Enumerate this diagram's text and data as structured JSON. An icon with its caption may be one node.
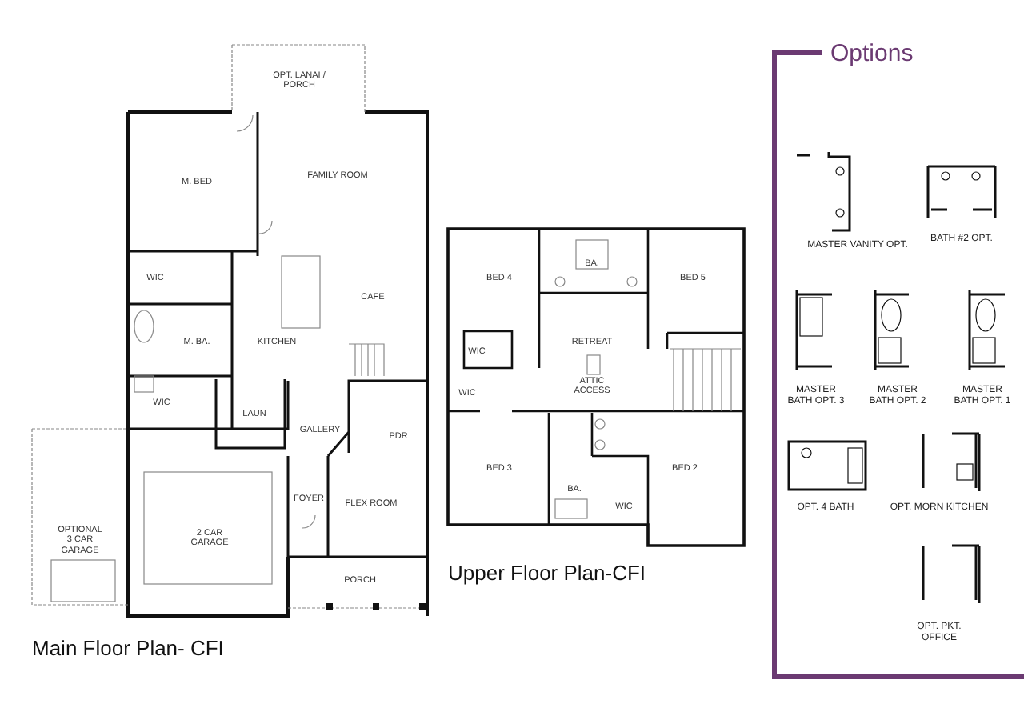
{
  "diagram": {
    "title": "Options",
    "labels": [
      "OPT. LANAI / PORCH",
      "M. BED",
      "FAMILY ROOM",
      "WIC",
      "CAFE",
      "M. BA.",
      "KITCHEN",
      "WIC",
      "LAUN",
      "GALLERY",
      "PDR",
      "FOYER",
      "FLEX ROOM",
      "OPTIONAL 3 CAR GARAGE",
      "2 CAR GARAGE",
      "PORCH",
      "Main Floor Plan- CFI",
      "BED 4",
      "BA.",
      "BED 5",
      "RETREAT",
      "WIC",
      "ATTIC ACCESS",
      "WIC",
      "BED 3",
      "BED 2",
      "BA.",
      "WIC",
      "Upper Floor Plan-CFI",
      "MASTER VANITY OPT.",
      "BATH #2 OPT.",
      "MASTER BATH OPT. 3",
      "MASTER BATH OPT. 2",
      "MASTER BATH OPT. 1",
      "OPT. 4 BATH",
      "OPT. MORN KITCHEN",
      "OPT. PKT. OFFICE"
    ]
  }
}
